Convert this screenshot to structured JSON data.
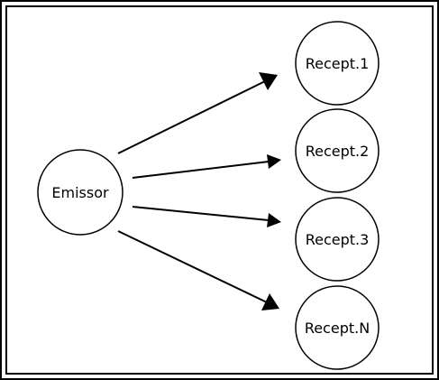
{
  "diagram": {
    "emitter": {
      "label": "Emissor"
    },
    "receivers": [
      {
        "label": "Recept.1"
      },
      {
        "label": "Recept.2"
      },
      {
        "label": "Recept.3"
      },
      {
        "label": "Recept.N"
      }
    ],
    "colors": {
      "stroke": "#000000",
      "background": "#ffffff"
    }
  }
}
